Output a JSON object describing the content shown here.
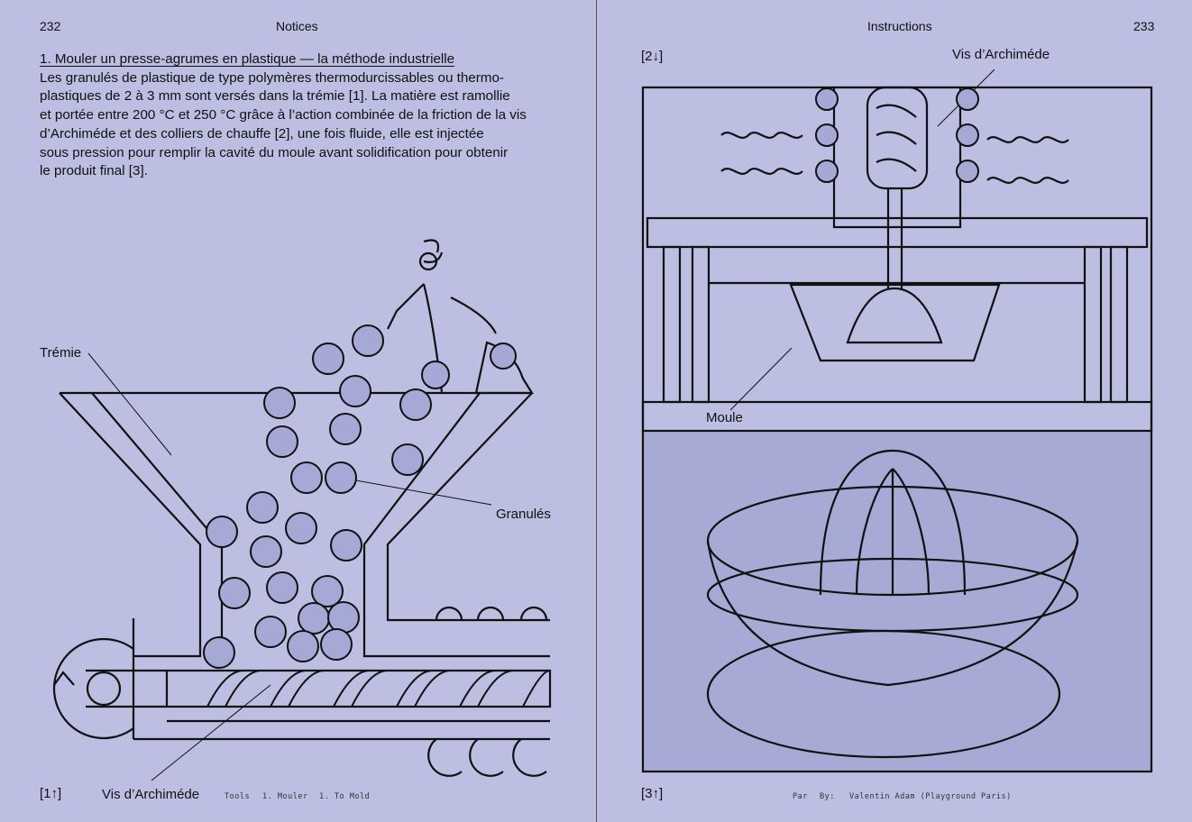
{
  "left_page": {
    "page_number": "232",
    "running_header": "Notices",
    "section_title": "1. Mouler un presse-agrumes en plastique — la méthode industrielle",
    "body_lines": [
      "Les granulés de plastique de type polymères thermodurcissables ou thermo-",
      "plastiques de 2 à 3 mm sont versés dans la trémie [1]. La matière est ramollie",
      "et portée entre 200 °C et 250 °C grâce à l’action combinée de la friction de la vis",
      "d’Archiméde et des colliers de chauffe [2], une fois fluide, elle est injectée",
      "sous pression pour remplir la cavité du moule avant solidification pour obtenir",
      "le produit final [3]."
    ],
    "labels": {
      "hopper": "Trémie",
      "granules": "Granulés",
      "screw": "Vis d’Archiméde"
    },
    "figure_ref": "[1↑]",
    "footer": {
      "tools": "Tools",
      "mouler": "1. Mouler",
      "to_mold": "1. To Mold"
    }
  },
  "right_page": {
    "page_number": "233",
    "running_header": "Instructions",
    "figure_ref_top": "[2↓]",
    "figure_ref_bottom": "[3↑]",
    "labels": {
      "screw": "Vis d’Archiméde",
      "mold": "Moule"
    },
    "footer": {
      "par": "Par",
      "by": "By:",
      "author": "Valentin Adam (Playground Paris)"
    }
  }
}
